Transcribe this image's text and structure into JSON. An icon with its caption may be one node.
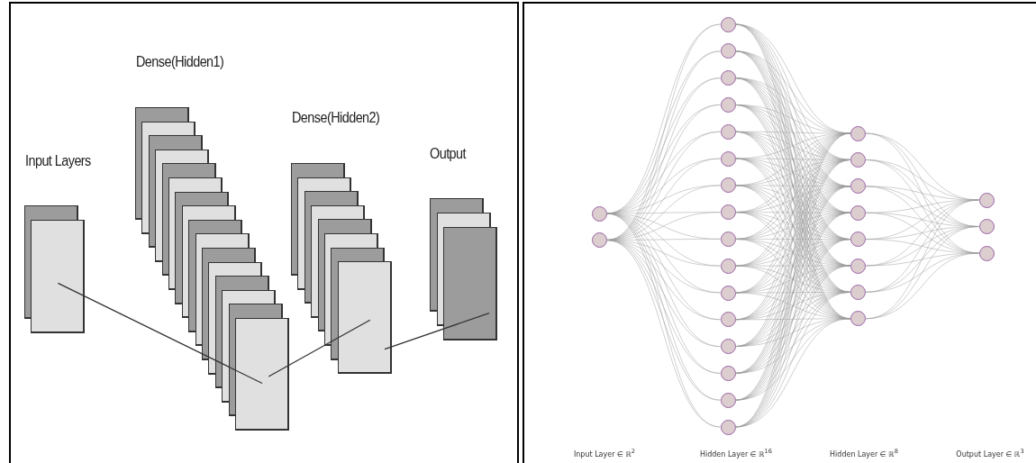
{
  "diagram": {
    "nodes": [
      {
        "text": [
          "Input Layers"
        ]
      },
      {
        "text": [
          "Dense(Hidden1)"
        ]
      },
      {
        "text": [
          "Dense(Hidden2)"
        ]
      },
      {
        "text": [
          "Output"
        ]
      },
      {
        "text": [],
        "shape": "circle"
      },
      {
        "text": [],
        "shape": "circle"
      },
      {
        "text": [],
        "shape": "circle"
      },
      {
        "text": [],
        "shape": "circle"
      },
      {
        "text": [],
        "shape": "circle"
      },
      {
        "text": [],
        "shape": "circle"
      },
      {
        "text": [],
        "shape": "circle"
      },
      {
        "text": [],
        "shape": "circle"
      },
      {
        "text": [],
        "shape": "circle"
      },
      {
        "text": [],
        "shape": "circle"
      },
      {
        "text": [],
        "shape": "circle"
      },
      {
        "text": [],
        "shape": "circle"
      },
      {
        "text": [],
        "shape": "circle"
      },
      {
        "text": [],
        "shape": "circle"
      },
      {
        "text": [],
        "shape": "circle"
      },
      {
        "text": [],
        "shape": "circle"
      },
      {
        "text": [],
        "shape": "circle"
      },
      {
        "text": [],
        "shape": "circle"
      },
      {
        "text": [],
        "shape": "circle"
      },
      {
        "text": [],
        "shape": "circle"
      },
      {
        "text": [],
        "shape": "circle"
      },
      {
        "text": [],
        "shape": "circle"
      },
      {
        "text": [],
        "shape": "circle"
      },
      {
        "text": [],
        "shape": "circle"
      },
      {
        "text": [],
        "shape": "circle"
      },
      {
        "text": [],
        "shape": "circle"
      },
      {
        "text": [],
        "shape": "circle"
      },
      {
        "text": [],
        "shape": "circle"
      },
      {
        "text": [],
        "shape": "circle"
      }
    ],
    "edges": [
      {
        "from": 0,
        "to": 1,
        "arrow": "none",
        "color": "#333333"
      },
      {
        "from": 1,
        "to": 2,
        "arrow": "none",
        "color": "#333333"
      },
      {
        "from": 2,
        "to": 3,
        "arrow": "none",
        "color": "#333333"
      },
      {
        "from": 4,
        "to": 6,
        "arrow": "none"
      },
      {
        "from": 4,
        "to": 7,
        "arrow": "none"
      },
      {
        "from": 4,
        "to": 8,
        "arrow": "none"
      },
      {
        "from": 4,
        "to": 9,
        "arrow": "none"
      },
      {
        "from": 4,
        "to": 10,
        "arrow": "none"
      },
      {
        "from": 4,
        "to": 11,
        "arrow": "none"
      },
      {
        "from": 4,
        "to": 12,
        "arrow": "none"
      },
      {
        "from": 4,
        "to": 13,
        "arrow": "none"
      },
      {
        "from": 4,
        "to": 14,
        "arrow": "none"
      },
      {
        "from": 4,
        "to": 15,
        "arrow": "none"
      },
      {
        "from": 4,
        "to": 16,
        "arrow": "none"
      },
      {
        "from": 4,
        "to": 17,
        "arrow": "none"
      },
      {
        "from": 4,
        "to": 18,
        "arrow": "none"
      },
      {
        "from": 4,
        "to": 19,
        "arrow": "none"
      },
      {
        "from": 4,
        "to": 20,
        "arrow": "none"
      },
      {
        "from": 4,
        "to": 21,
        "arrow": "none"
      },
      {
        "from": 5,
        "to": 6,
        "arrow": "none"
      },
      {
        "from": 5,
        "to": 7,
        "arrow": "none"
      },
      {
        "from": 5,
        "to": 8,
        "arrow": "none"
      },
      {
        "from": 5,
        "to": 9,
        "arrow": "none"
      },
      {
        "from": 5,
        "to": 10,
        "arrow": "none"
      },
      {
        "from": 5,
        "to": 11,
        "arrow": "none"
      },
      {
        "from": 5,
        "to": 12,
        "arrow": "none"
      },
      {
        "from": 5,
        "to": 13,
        "arrow": "none"
      },
      {
        "from": 5,
        "to": 14,
        "arrow": "none"
      },
      {
        "from": 5,
        "to": 15,
        "arrow": "none"
      },
      {
        "from": 5,
        "to": 16,
        "arrow": "none"
      },
      {
        "from": 5,
        "to": 17,
        "arrow": "none"
      },
      {
        "from": 5,
        "to": 18,
        "arrow": "none"
      },
      {
        "from": 5,
        "to": 19,
        "arrow": "none"
      },
      {
        "from": 5,
        "to": 20,
        "arrow": "none"
      },
      {
        "from": 5,
        "to": 21,
        "arrow": "none"
      },
      {
        "from": 6,
        "to": 22,
        "arrow": "none"
      },
      {
        "from": 6,
        "to": 23,
        "arrow": "none"
      },
      {
        "from": 6,
        "to": 24,
        "arrow": "none"
      },
      {
        "from": 6,
        "to": 25,
        "arrow": "none"
      },
      {
        "from": 6,
        "to": 26,
        "arrow": "none"
      },
      {
        "from": 6,
        "to": 27,
        "arrow": "none"
      },
      {
        "from": 6,
        "to": 28,
        "arrow": "none"
      },
      {
        "from": 6,
        "to": 29,
        "arrow": "none"
      },
      {
        "from": 7,
        "to": 22,
        "arrow": "none"
      },
      {
        "from": 7,
        "to": 23,
        "arrow": "none"
      },
      {
        "from": 7,
        "to": 24,
        "arrow": "none"
      },
      {
        "from": 7,
        "to": 25,
        "arrow": "none"
      },
      {
        "from": 7,
        "to": 26,
        "arrow": "none"
      },
      {
        "from": 7,
        "to": 27,
        "arrow": "none"
      },
      {
        "from": 7,
        "to": 28,
        "arrow": "none"
      },
      {
        "from": 7,
        "to": 29,
        "arrow": "none"
      },
      {
        "from": 8,
        "to": 22,
        "arrow": "none"
      },
      {
        "from": 8,
        "to": 23,
        "arrow": "none"
      },
      {
        "from": 8,
        "to": 24,
        "arrow": "none"
      },
      {
        "from": 8,
        "to": 25,
        "arrow": "none"
      },
      {
        "from": 8,
        "to": 26,
        "arrow": "none"
      },
      {
        "from": 8,
        "to": 27,
        "arrow": "none"
      },
      {
        "from": 8,
        "to": 28,
        "arrow": "none"
      },
      {
        "from": 8,
        "to": 29,
        "arrow": "none"
      },
      {
        "from": 9,
        "to": 22,
        "arrow": "none"
      },
      {
        "from": 9,
        "to": 23,
        "arrow": "none"
      },
      {
        "from": 9,
        "to": 24,
        "arrow": "none"
      },
      {
        "from": 9,
        "to": 25,
        "arrow": "none"
      },
      {
        "from": 9,
        "to": 26,
        "arrow": "none"
      },
      {
        "from": 9,
        "to": 27,
        "arrow": "none"
      },
      {
        "from": 9,
        "to": 28,
        "arrow": "none"
      },
      {
        "from": 9,
        "to": 29,
        "arrow": "none"
      },
      {
        "from": 10,
        "to": 22,
        "arrow": "none"
      },
      {
        "from": 10,
        "to": 23,
        "arrow": "none"
      },
      {
        "from": 10,
        "to": 24,
        "arrow": "none"
      },
      {
        "from": 10,
        "to": 25,
        "arrow": "none"
      },
      {
        "from": 10,
        "to": 26,
        "arrow": "none"
      },
      {
        "from": 10,
        "to": 27,
        "arrow": "none"
      },
      {
        "from": 10,
        "to": 28,
        "arrow": "none"
      },
      {
        "from": 10,
        "to": 29,
        "arrow": "none"
      },
      {
        "from": 11,
        "to": 22,
        "arrow": "none"
      },
      {
        "from": 11,
        "to": 23,
        "arrow": "none"
      },
      {
        "from": 11,
        "to": 24,
        "arrow": "none"
      },
      {
        "from": 11,
        "to": 25,
        "arrow": "none"
      },
      {
        "from": 11,
        "to": 26,
        "arrow": "none"
      },
      {
        "from": 11,
        "to": 27,
        "arrow": "none"
      },
      {
        "from": 11,
        "to": 28,
        "arrow": "none"
      },
      {
        "from": 11,
        "to": 29,
        "arrow": "none"
      },
      {
        "from": 12,
        "to": 22,
        "arrow": "none"
      },
      {
        "from": 12,
        "to": 23,
        "arrow": "none"
      },
      {
        "from": 12,
        "to": 24,
        "arrow": "none"
      },
      {
        "from": 12,
        "to": 25,
        "arrow": "none"
      },
      {
        "from": 12,
        "to": 26,
        "arrow": "none"
      },
      {
        "from": 12,
        "to": 27,
        "arrow": "none"
      },
      {
        "from": 12,
        "to": 28,
        "arrow": "none"
      },
      {
        "from": 12,
        "to": 29,
        "arrow": "none"
      },
      {
        "from": 13,
        "to": 22,
        "arrow": "none"
      },
      {
        "from": 13,
        "to": 23,
        "arrow": "none"
      },
      {
        "from": 13,
        "to": 24,
        "arrow": "none"
      },
      {
        "from": 13,
        "to": 25,
        "arrow": "none"
      },
      {
        "from": 13,
        "to": 26,
        "arrow": "none"
      },
      {
        "from": 13,
        "to": 27,
        "arrow": "none"
      },
      {
        "from": 13,
        "to": 28,
        "arrow": "none"
      },
      {
        "from": 13,
        "to": 29,
        "arrow": "none"
      },
      {
        "from": 14,
        "to": 22,
        "arrow": "none"
      },
      {
        "from": 14,
        "to": 23,
        "arrow": "none"
      },
      {
        "from": 14,
        "to": 24,
        "arrow": "none"
      },
      {
        "from": 14,
        "to": 25,
        "arrow": "none"
      },
      {
        "from": 14,
        "to": 26,
        "arrow": "none"
      },
      {
        "from": 14,
        "to": 27,
        "arrow": "none"
      },
      {
        "from": 14,
        "to": 28,
        "arrow": "none"
      },
      {
        "from": 14,
        "to": 29,
        "arrow": "none"
      },
      {
        "from": 15,
        "to": 22,
        "arrow": "none"
      },
      {
        "from": 15,
        "to": 23,
        "arrow": "none"
      },
      {
        "from": 15,
        "to": 24,
        "arrow": "none"
      },
      {
        "from": 15,
        "to": 25,
        "arrow": "none"
      },
      {
        "from": 15,
        "to": 26,
        "arrow": "none"
      },
      {
        "from": 15,
        "to": 27,
        "arrow": "none"
      },
      {
        "from": 15,
        "to": 28,
        "arrow": "none"
      },
      {
        "from": 15,
        "to": 29,
        "arrow": "none"
      },
      {
        "from": 16,
        "to": 22,
        "arrow": "none"
      },
      {
        "from": 16,
        "to": 23,
        "arrow": "none"
      },
      {
        "from": 16,
        "to": 24,
        "arrow": "none"
      },
      {
        "from": 16,
        "to": 25,
        "arrow": "none"
      },
      {
        "from": 16,
        "to": 26,
        "arrow": "none"
      },
      {
        "from": 16,
        "to": 27,
        "arrow": "none"
      },
      {
        "from": 16,
        "to": 28,
        "arrow": "none"
      },
      {
        "from": 16,
        "to": 29,
        "arrow": "none"
      },
      {
        "from": 17,
        "to": 22,
        "arrow": "none"
      },
      {
        "from": 17,
        "to": 23,
        "arrow": "none"
      },
      {
        "from": 17,
        "to": 24,
        "arrow": "none"
      },
      {
        "from": 17,
        "to": 25,
        "arrow": "none"
      },
      {
        "from": 17,
        "to": 26,
        "arrow": "none"
      },
      {
        "from": 17,
        "to": 27,
        "arrow": "none"
      },
      {
        "from": 17,
        "to": 28,
        "arrow": "none"
      },
      {
        "from": 17,
        "to": 29,
        "arrow": "none"
      },
      {
        "from": 18,
        "to": 22,
        "arrow": "none"
      },
      {
        "from": 18,
        "to": 23,
        "arrow": "none"
      },
      {
        "from": 18,
        "to": 24,
        "arrow": "none"
      },
      {
        "from": 18,
        "to": 25,
        "arrow": "none"
      },
      {
        "from": 18,
        "to": 26,
        "arrow": "none"
      },
      {
        "from": 18,
        "to": 27,
        "arrow": "none"
      },
      {
        "from": 18,
        "to": 28,
        "arrow": "none"
      },
      {
        "from": 18,
        "to": 29,
        "arrow": "none"
      },
      {
        "from": 19,
        "to": 22,
        "arrow": "none"
      },
      {
        "from": 19,
        "to": 23,
        "arrow": "none"
      },
      {
        "from": 19,
        "to": 24,
        "arrow": "none"
      },
      {
        "from": 19,
        "to": 25,
        "arrow": "none"
      },
      {
        "from": 19,
        "to": 26,
        "arrow": "none"
      },
      {
        "from": 19,
        "to": 27,
        "arrow": "none"
      },
      {
        "from": 19,
        "to": 28,
        "arrow": "none"
      },
      {
        "from": 19,
        "to": 29,
        "arrow": "none"
      },
      {
        "from": 20,
        "to": 22,
        "arrow": "none"
      },
      {
        "from": 20,
        "to": 23,
        "arrow": "none"
      },
      {
        "from": 20,
        "to": 24,
        "arrow": "none"
      },
      {
        "from": 20,
        "to": 25,
        "arrow": "none"
      },
      {
        "from": 20,
        "to": 26,
        "arrow": "none"
      },
      {
        "from": 20,
        "to": 27,
        "arrow": "none"
      },
      {
        "from": 20,
        "to": 28,
        "arrow": "none"
      },
      {
        "from": 20,
        "to": 29,
        "arrow": "none"
      },
      {
        "from": 21,
        "to": 22,
        "arrow": "none"
      },
      {
        "from": 21,
        "to": 23,
        "arrow": "none"
      },
      {
        "from": 21,
        "to": 24,
        "arrow": "none"
      },
      {
        "from": 21,
        "to": 25,
        "arrow": "none"
      },
      {
        "from": 21,
        "to": 26,
        "arrow": "none"
      },
      {
        "from": 21,
        "to": 27,
        "arrow": "none"
      },
      {
        "from": 21,
        "to": 28,
        "arrow": "none"
      },
      {
        "from": 21,
        "to": 29,
        "arrow": "none"
      },
      {
        "from": 22,
        "to": 30,
        "arrow": "none"
      },
      {
        "from": 22,
        "to": 31,
        "arrow": "none"
      },
      {
        "from": 22,
        "to": 32,
        "arrow": "none"
      },
      {
        "from": 23,
        "to": 30,
        "arrow": "none"
      },
      {
        "from": 23,
        "to": 31,
        "arrow": "none"
      },
      {
        "from": 23,
        "to": 32,
        "arrow": "none"
      },
      {
        "from": 24,
        "to": 30,
        "arrow": "none"
      },
      {
        "from": 24,
        "to": 31,
        "arrow": "none"
      },
      {
        "from": 24,
        "to": 32,
        "arrow": "none"
      },
      {
        "from": 25,
        "to": 30,
        "arrow": "none"
      },
      {
        "from": 25,
        "to": 31,
        "arrow": "none"
      },
      {
        "from": 25,
        "to": 32,
        "arrow": "none"
      },
      {
        "from": 26,
        "to": 30,
        "arrow": "none"
      },
      {
        "from": 26,
        "to": 31,
        "arrow": "none"
      },
      {
        "from": 26,
        "to": 32,
        "arrow": "none"
      },
      {
        "from": 27,
        "to": 30,
        "arrow": "none"
      },
      {
        "from": 27,
        "to": 31,
        "arrow": "none"
      },
      {
        "from": 27,
        "to": 32,
        "arrow": "none"
      },
      {
        "from": 28,
        "to": 30,
        "arrow": "none"
      },
      {
        "from": 28,
        "to": 31,
        "arrow": "none"
      },
      {
        "from": 28,
        "to": 32,
        "arrow": "none"
      },
      {
        "from": 29,
        "to": 30,
        "arrow": "none"
      },
      {
        "from": 29,
        "to": 31,
        "arrow": "none"
      },
      {
        "from": 29,
        "to": 32,
        "arrow": "none"
      }
    ],
    "labels": [
      "Input Layer ∈ ℝ$^{2}$",
      "Hidden Layer ∈ ℝ$^{16}$",
      "Hidden Layer ∈ ℝ$^{8}$",
      "Output Layer ∈ ℝ$^{3}$"
    ]
  }
}
